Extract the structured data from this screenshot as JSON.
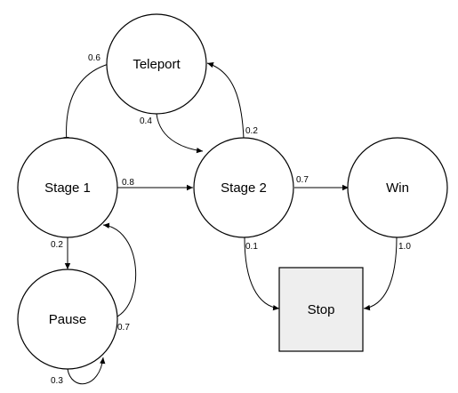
{
  "colors": {
    "background": "#ffffff",
    "stroke": "#000000",
    "stop_fill": "#eeeeee"
  },
  "nodes": {
    "teleport": {
      "label": "Teleport",
      "shape": "circle"
    },
    "stage1": {
      "label": "Stage 1",
      "shape": "circle"
    },
    "stage2": {
      "label": "Stage 2",
      "shape": "circle"
    },
    "win": {
      "label": "Win",
      "shape": "circle"
    },
    "pause": {
      "label": "Pause",
      "shape": "circle"
    },
    "stop": {
      "label": "Stop",
      "shape": "square"
    }
  },
  "edges": {
    "teleport_stage1": {
      "from": "Teleport",
      "to": "Stage 1",
      "label": "0.6"
    },
    "teleport_stage2": {
      "from": "Teleport",
      "to": "Stage 2",
      "label": "0.4"
    },
    "stage2_teleport": {
      "from": "Stage 2",
      "to": "Teleport",
      "label": "0.2"
    },
    "stage1_stage2": {
      "from": "Stage 1",
      "to": "Stage 2",
      "label": "0.8"
    },
    "stage2_win": {
      "from": "Stage 2",
      "to": "Win",
      "label": "0.7"
    },
    "stage1_pause": {
      "from": "Stage 1",
      "to": "Pause",
      "label": "0.2"
    },
    "pause_stage1": {
      "from": "Pause",
      "to": "Stage 1",
      "label": "0.7"
    },
    "pause_pause": {
      "from": "Pause",
      "to": "Pause",
      "label": "0.3"
    },
    "stage2_stop": {
      "from": "Stage 2",
      "to": "Stop",
      "label": "0.1"
    },
    "win_stop": {
      "from": "Win",
      "to": "Stop",
      "label": "1.0"
    }
  }
}
